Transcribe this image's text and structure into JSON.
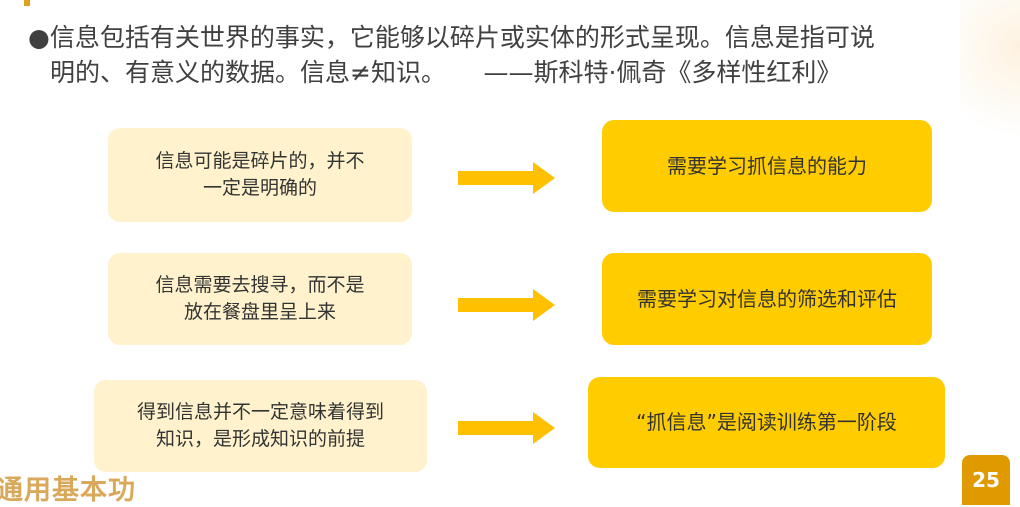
{
  "quote": {
    "line1": "●信息包括有关世界的事实，它能够以碎片或实体的形式呈现。信息是指可说",
    "line2": "明的、有意义的数据。信息≠知识。　　——斯科特·佩奇《多样性红利》"
  },
  "rows": [
    {
      "left": "信息可能是碎片的，并不\n一定是明确的",
      "right": "需要学习抓信息的能力"
    },
    {
      "left": "信息需要去搜寻，而不是\n放在餐盘里呈上来",
      "right": "需要学习对信息的筛选和评估"
    },
    {
      "left": "得到信息并不一定意味着得到\n知识，是形成知识的前提",
      "right": "“抓信息”是阅读训练第一阶段"
    }
  ],
  "footer": "通用基本功",
  "page_number": "25",
  "colors": {
    "left_box": "#fff2cc",
    "right_box": "#ffcc00",
    "arrow": "#ffc000",
    "page": "#e09a00"
  }
}
